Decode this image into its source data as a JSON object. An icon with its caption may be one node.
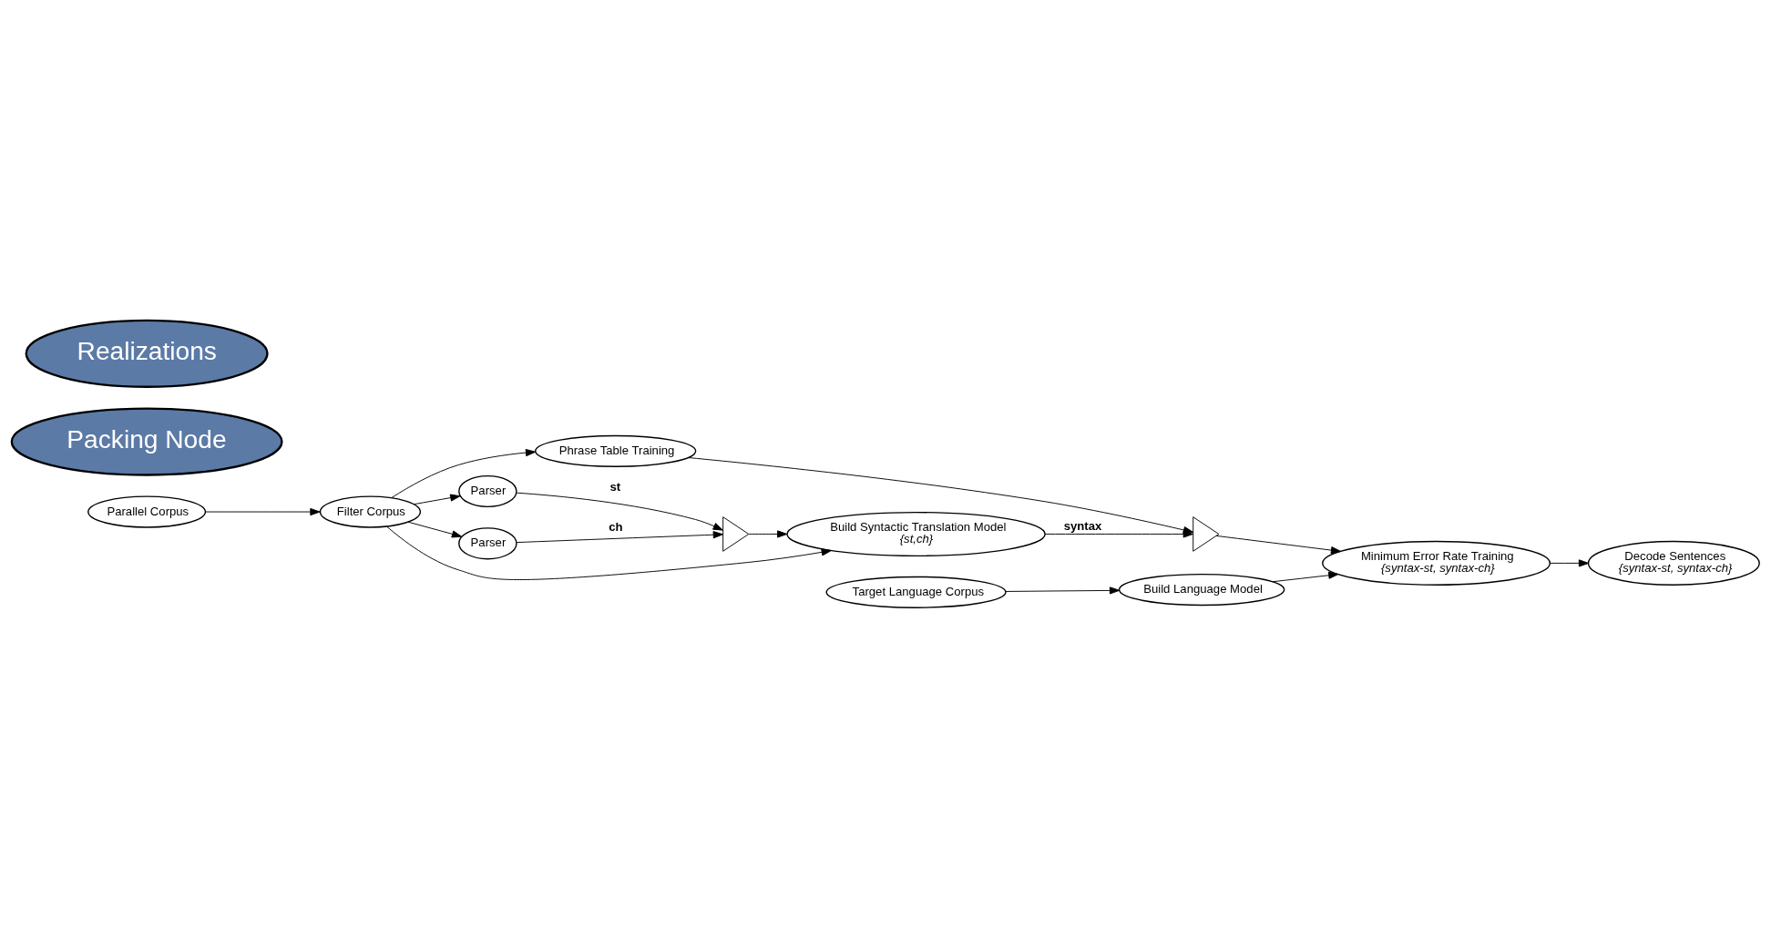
{
  "diagram": {
    "nodes": [
      {
        "text": [
          "Parallel Corpus"
        ]
      },
      {
        "text": [
          "Filter Corpus"
        ]
      },
      {
        "text": [
          "Target Language Corpus"
        ]
      },
      {
        "text": [
          "Build Language Model"
        ]
      },
      {
        "text": [
          "Phrase Table Training"
        ]
      },
      {
        "text": [
          "Parser"
        ]
      },
      {
        "text": [
          "Parser"
        ]
      },
      {
        "text": [],
        "shape": "triangle"
      },
      {
        "text": [
          "Build Syntactic Translation Model",
          "{st,ch}"
        ]
      },
      {
        "text": [],
        "shape": "triangle"
      },
      {
        "text": [
          "Minimum Error Rate Training",
          "{syntax-st, syntax-ch}"
        ]
      },
      {
        "text": [
          "Decode Sentences",
          "{syntax-st, syntax-ch}"
        ]
      },
      {
        "text": [
          "Packing Node"
        ]
      },
      {
        "text": [
          "Realizations"
        ]
      }
    ],
    "edges": [
      {
        "from": 0,
        "to": 1,
        "arrow": "to"
      },
      {
        "from": 1,
        "to": 4,
        "arrow": "to"
      },
      {
        "from": 1,
        "to": 8,
        "arrow": "to"
      },
      {
        "from": 1,
        "to": 5,
        "arrow": "to"
      },
      {
        "from": 1,
        "to": 6,
        "arrow": "to"
      },
      {
        "from": 2,
        "to": 3,
        "arrow": "to"
      },
      {
        "from": 5,
        "to": 7,
        "label": "st",
        "arrow": "to"
      },
      {
        "from": 6,
        "to": 7,
        "label": "ch",
        "arrow": "to"
      },
      {
        "from": 7,
        "to": 8,
        "arrow": "to"
      },
      {
        "from": 4,
        "to": 9,
        "arrow": "to"
      },
      {
        "from": 8,
        "to": 9,
        "label": "syntax",
        "arrow": "to"
      },
      {
        "from": 9,
        "to": 10,
        "arrow": "to"
      },
      {
        "from": 3,
        "to": 10,
        "arrow": "to"
      },
      {
        "from": 10,
        "to": 11,
        "arrow": "to"
      }
    ]
  }
}
